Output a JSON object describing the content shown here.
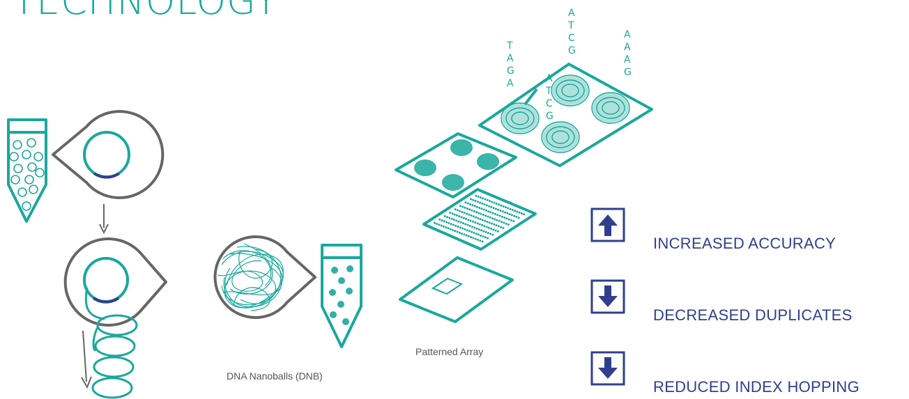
{
  "title": "TECHNOLOGY",
  "colors": {
    "teal": "#1aa89c",
    "gray": "#666666",
    "navy": "#2f3f8f"
  },
  "captions": {
    "dnb": "DNA Nanoballs (DNB)",
    "array": "Patterned Array"
  },
  "sequences": [
    {
      "letters": [
        "T",
        "A",
        "G",
        "A"
      ]
    },
    {
      "letters": [
        "A",
        "T",
        "C",
        "G"
      ]
    },
    {
      "letters": [
        "A",
        "T",
        "C",
        "G"
      ]
    },
    {
      "letters": [
        "A",
        "A",
        "A",
        "G"
      ]
    }
  ],
  "benefits": [
    {
      "icon": "arrow-up-icon",
      "label": "INCREASED ACCURACY"
    },
    {
      "icon": "arrow-down-icon",
      "label": "DECREASED DUPLICATES"
    },
    {
      "icon": "arrow-down-icon",
      "label": "REDUCED INDEX HOPPING"
    }
  ]
}
